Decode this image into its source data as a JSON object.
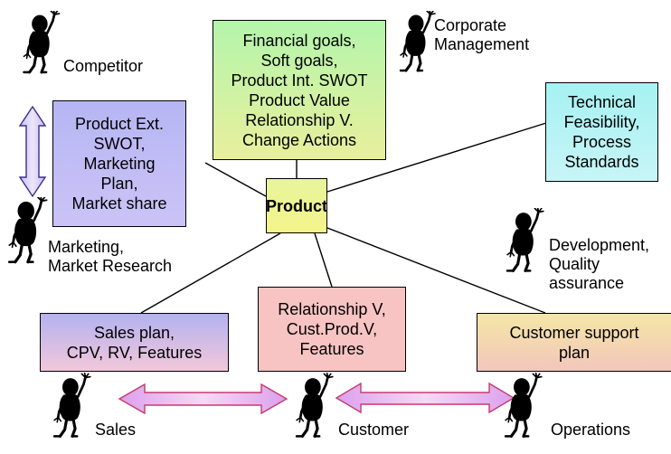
{
  "colors": {
    "stroke": "#000000",
    "arrow_fill": "#e6c0f5",
    "arrow_stroke": "#c53c6e",
    "vertical_arrow_fill": "#d8d0f5",
    "vertical_arrow_stroke": "#3c2e8a"
  },
  "boxes": {
    "financial": {
      "lines": [
        "Financial goals,",
        "Soft goals,",
        "Product Int. SWOT",
        "Product Value",
        "Relationship V.",
        "Change Actions"
      ],
      "gradient": [
        "#b4f5ac",
        "#e8ef9c"
      ]
    },
    "product_ext": {
      "lines": [
        "Product  Ext.",
        "SWOT,",
        "Marketing",
        "Plan,",
        "Market share"
      ],
      "gradient": [
        "#b6b6f4",
        "#cbc3f6"
      ]
    },
    "technical": {
      "lines": [
        "Technical",
        "Feasibility,",
        "Process",
        "Standards"
      ],
      "gradient": [
        "#a6f2f2",
        "#c8f4f7"
      ]
    },
    "product": {
      "lines": [
        "Product"
      ],
      "gradient": [
        "#e8f59c",
        "#f4f48a"
      ]
    },
    "sales_plan": {
      "lines": [
        "Sales plan,",
        "CPV, RV, Features"
      ],
      "gradient": [
        "#b4b2f0",
        "#f2c7da"
      ]
    },
    "relationship": {
      "lines": [
        "Relationship V,",
        "Cust.Prod.V,",
        "Features"
      ],
      "gradient": [
        "#f7c3c3",
        "#f7c3c3"
      ]
    },
    "customer_support": {
      "lines": [
        "Customer  support",
        "plan"
      ],
      "gradient": [
        "#f5e7a6",
        "#f2c6bc"
      ]
    }
  },
  "actors": {
    "competitor": [
      "Competitor"
    ],
    "corporate": [
      "Corporate",
      "Management"
    ],
    "marketing": [
      "Marketing,",
      "Market Research"
    ],
    "development": [
      "Development,",
      "Quality",
      "assurance"
    ],
    "sales": [
      "Sales"
    ],
    "customer": [
      "Customer"
    ],
    "operations": [
      "Operations"
    ]
  }
}
